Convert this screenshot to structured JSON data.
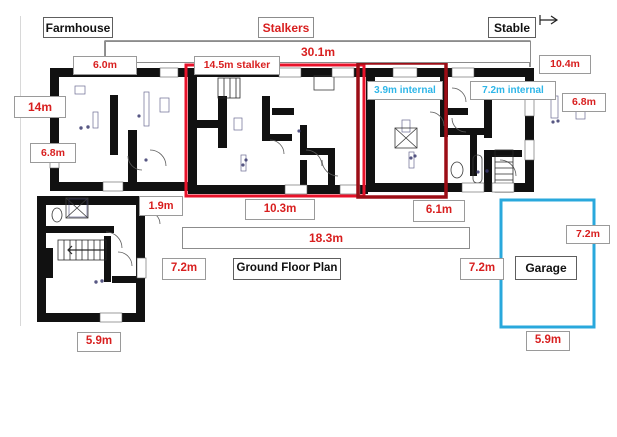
{
  "title": "Ground Floor Plan",
  "colors": {
    "dimension_red": "#d81f1f",
    "internal_cyan": "#2eb6e8",
    "wall_black": "#111111",
    "highlight_red": "#e8122a",
    "highlight_dark_red": "#9c0d16",
    "garage_cyan": "#29a8dc",
    "background": "#ffffff"
  },
  "plan": {
    "caption": "Ground Floor Plan",
    "building_names": {
      "farmhouse": "Farmhouse",
      "stalkers": "Stalkers",
      "stable": "Stable",
      "garage": "Garage"
    }
  },
  "labels": {
    "farmhouse": "Farmhouse",
    "stalkers": "Stalkers",
    "stable": "Stable",
    "garage": "Garage",
    "ground_floor_plan": "Ground Floor Plan"
  },
  "dimensions": {
    "overall_width": "30.1m",
    "overall_rear": "18.3m",
    "farmhouse_front": "6.0m",
    "farmhouse_left": "14m",
    "farmhouse_left_lower": "6.8m",
    "farmhouse_notch": "1.9m",
    "farmhouse_bottom": "5.9m",
    "farmhouse_depth": "7.2m",
    "stalker_front": "14.5m stalker",
    "stalker_bottom": "10.3m",
    "stalker_internal": "3.9m internal",
    "stable_bottom": "6.1m",
    "stable_front": "10.4m",
    "stable_right": "6.8m",
    "stable_internal": "7.2m internal",
    "garage_depth": "7.2m",
    "garage_right": "7.2m",
    "garage_bottom": "5.9m"
  },
  "icons": {
    "measure": "measure-arrow-icon"
  }
}
